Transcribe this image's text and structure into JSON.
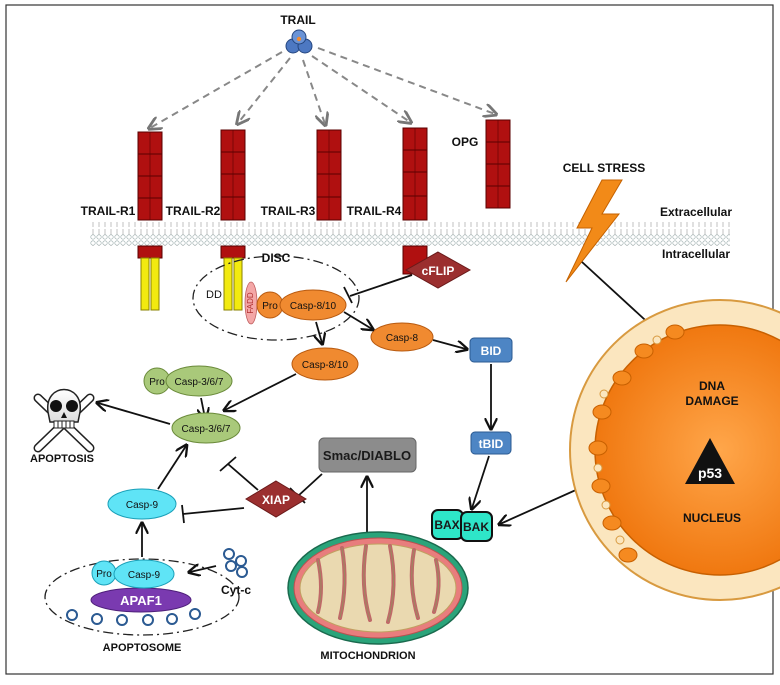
{
  "labels": {
    "trail": "TRAIL",
    "opg": "OPG",
    "trail_r1": "TRAIL-R1",
    "trail_r2": "TRAIL-R2",
    "trail_r3": "TRAIL-R3",
    "trail_r4": "TRAIL-R4",
    "cell_stress": "CELL STRESS",
    "extracellular": "Extracellular",
    "intracellular": "Intracellular",
    "disc": "DISC",
    "dd": "DD",
    "fadd": "FADD",
    "pro_casp810": "Pro",
    "casp810_disc": "Casp-8/10",
    "cflip": "cFLIP",
    "casp8": "Casp-8",
    "bid": "BID",
    "casp810": "Casp-8/10",
    "pro_casp367": "Pro",
    "casp367_pro": "Casp-3/6/7",
    "casp367": "Casp-3/6/7",
    "apoptosis": "APOPTOSIS",
    "smac": "Smac/DIABLO",
    "tbid": "tBID",
    "xiap": "XIAP",
    "casp9": "Casp-9",
    "pro_casp9": "Pro",
    "casp9_apo": "Casp-9",
    "apaf1": "APAF1",
    "cytc": "Cyt-c",
    "apoptosome": "APOPTOSOME",
    "bax": "BAX",
    "bak": "BAK",
    "mitochondrion": "MITOCHONDRION",
    "dna_damage_1": "DNA",
    "dna_damage_2": "DAMAGE",
    "p53": "p53",
    "nucleus": "NUCLEUS"
  },
  "colors": {
    "receptor": "#b01010",
    "death_domain": "#f2ea10",
    "caspase_orange": "#f08a30",
    "caspase_green": "#a9c97a",
    "caspase_cyan": "#5fe4f6",
    "blue_box": "#4d85c4",
    "inhibitor": "#9b2f2f",
    "smac_box": "#8c8c8c",
    "apaf1": "#7a3ab0",
    "bax_bak": "#2ee6c8",
    "nucleus": "#f5841f"
  }
}
